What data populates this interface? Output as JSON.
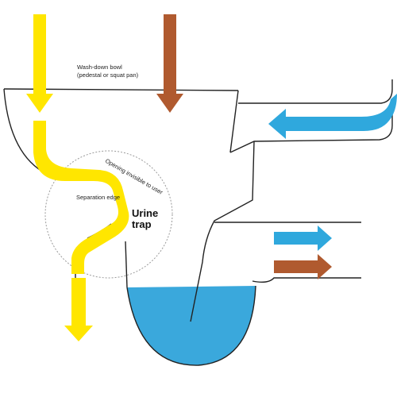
{
  "labels": {
    "bowl_line1": "Wash-down bowl",
    "bowl_line2": "(pedestal or squat pan)",
    "opening": "Opening invisible to user",
    "separation_edge": "Separation edge",
    "urine_line1": "Urine",
    "urine_line2": "trap"
  },
  "colors": {
    "urine": "#ffe600",
    "feces": "#b05a2f",
    "flush_water": "#2fa8dd",
    "trap_water": "#3aa8dc",
    "outline": "#222222",
    "highlight_circle": "#9a9a9a"
  }
}
